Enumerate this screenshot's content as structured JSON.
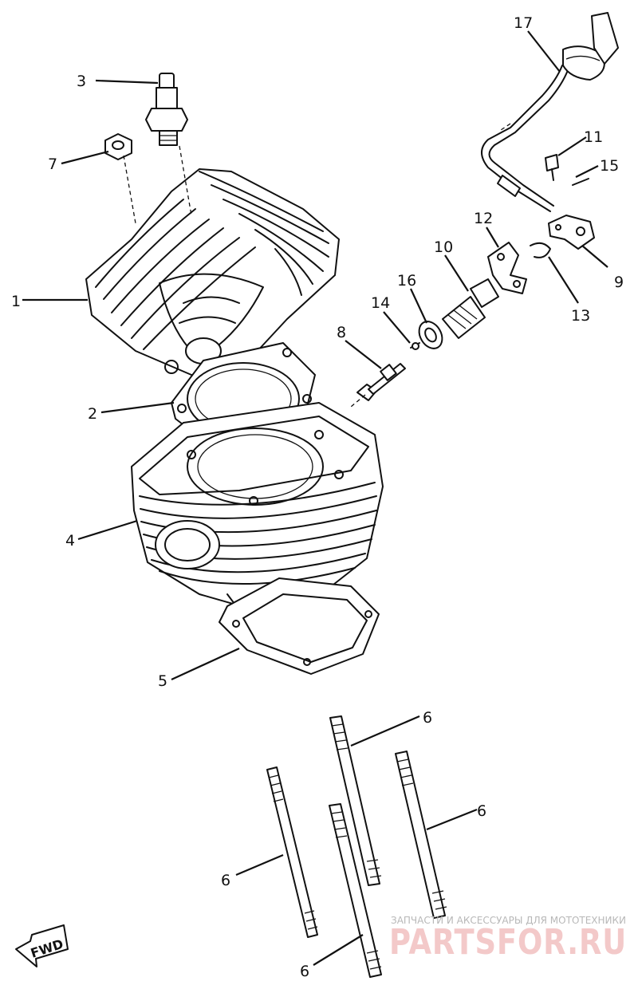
{
  "callouts": [
    {
      "id": "c1",
      "label": "1"
    },
    {
      "id": "c2",
      "label": "2"
    },
    {
      "id": "c3",
      "label": "3"
    },
    {
      "id": "c4",
      "label": "4"
    },
    {
      "id": "c5",
      "label": "5"
    },
    {
      "id": "c6a",
      "label": "6"
    },
    {
      "id": "c6b",
      "label": "6"
    },
    {
      "id": "c6c",
      "label": "6"
    },
    {
      "id": "c6d",
      "label": "6"
    },
    {
      "id": "c7",
      "label": "7"
    },
    {
      "id": "c8",
      "label": "8"
    },
    {
      "id": "c9",
      "label": "9"
    },
    {
      "id": "c10",
      "label": "10"
    },
    {
      "id": "c11",
      "label": "11"
    },
    {
      "id": "c12",
      "label": "12"
    },
    {
      "id": "c13",
      "label": "13"
    },
    {
      "id": "c14",
      "label": "14"
    },
    {
      "id": "c15",
      "label": "15"
    },
    {
      "id": "c16",
      "label": "16"
    },
    {
      "id": "c17",
      "label": "17"
    }
  ],
  "direction_marker": "FWD",
  "watermark": {
    "tagline": "ЗАПЧАСТИ И АКСЕССУАРЫ ДЛЯ МОТОТЕХНИКИ",
    "site": "PARTSFOR.RU",
    "color": "#e8a0a0"
  }
}
